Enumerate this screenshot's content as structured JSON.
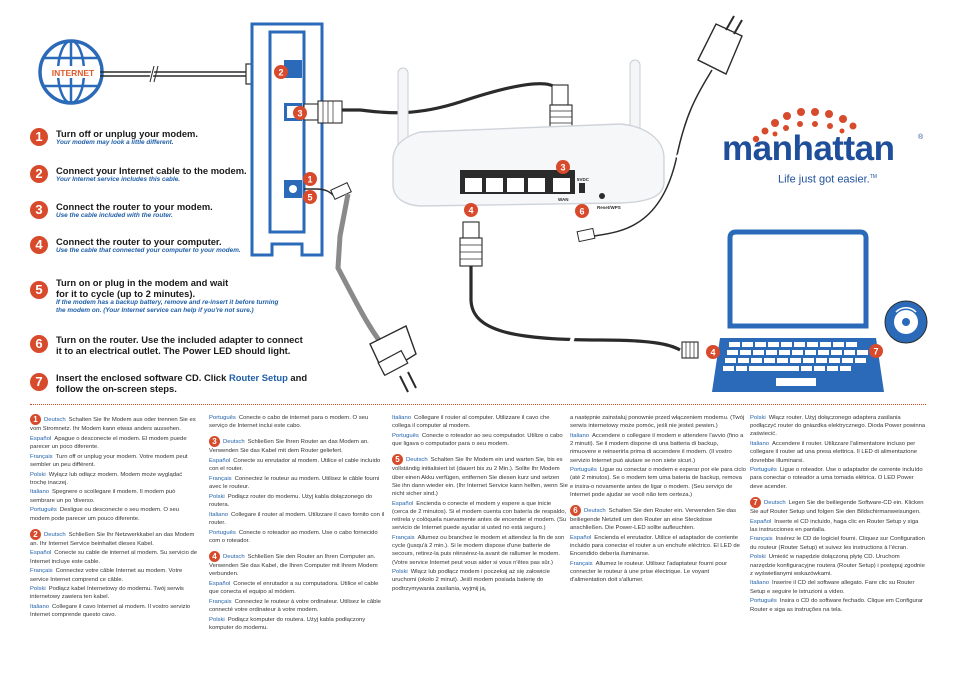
{
  "diagram": {
    "internet_label": "INTERNET",
    "callouts": [
      "1",
      "2",
      "3",
      "4",
      "5",
      "6",
      "7"
    ],
    "router_port_label": "WAN",
    "router_power_label": "5VDC",
    "router_reset_label": "Reset/WPS"
  },
  "brand": {
    "name": "manhattan",
    "registered": "®",
    "tagline": "Life just got easier.",
    "tm": "TM"
  },
  "steps": [
    {
      "num": "1",
      "title": "Turn off or unplug your modem.",
      "sub": "Your modem may look a little different."
    },
    {
      "num": "2",
      "title": "Connect your Internet cable to the modem.",
      "sub": "Your Internet service includes this cable."
    },
    {
      "num": "3",
      "title": "Connect the router to your modem.",
      "sub": "Use the cable included with the router."
    },
    {
      "num": "4",
      "title": "Connect the router to your computer.",
      "sub": "Use the cable that connected your computer to your modem."
    },
    {
      "num": "5",
      "title": "Turn on or plug in the modem and wait",
      "title2": "for it to cycle (up to 2 minutes).",
      "sub": "If the modem has a backup battery, remove and re-insert it before turning",
      "sub2": "the modem on. (Your Internet service can help if you're not sure.)"
    },
    {
      "num": "6",
      "title": "Turn on the router. Use the included adapter to connect",
      "title2": "it to an electrical outlet. The Power LED should light."
    },
    {
      "num": "7",
      "title_a": "Insert the enclosed software CD. Click ",
      "title_b": "Router Setup",
      "title_c": " and",
      "title2": "follow the on-screen steps."
    }
  ],
  "translations": {
    "col1": [
      {
        "num": "1",
        "items": [
          {
            "lang": "Deutsch",
            "text": "Schalten Sie Ihr Modem aus oder trennen Sie es vom Stromnetz. Ihr Modem kann etwas anders aussehen."
          },
          {
            "lang": "Español",
            "text": "Apague o desconecte el modem. El modem puede parecer un poco diferente."
          },
          {
            "lang": "Français",
            "text": "Turn off or unplug your modem. Votre modem peut sembler un peu différent."
          },
          {
            "lang": "Polski",
            "text": "Wyłącz lub odłącz modem. Modem może wyglądać trochę inaczej."
          },
          {
            "lang": "Italiano",
            "text": "Spegnere o scollegare il modem. Il modem può sembrare un po 'diverso."
          },
          {
            "lang": "Português",
            "text": "Desligue ou desconecte o seu modem. O seu modem pode parecer um pouco diferente."
          }
        ]
      },
      {
        "num": "2",
        "items": [
          {
            "lang": "Deutsch",
            "text": "Schließen Sie Ihr Netzwerkkabel an das Modem an. Ihr Internet Service beinhaltet dieses Kabel."
          },
          {
            "lang": "Español",
            "text": "Conecte su cable de internet al modem. Su servicio de Internet incluye este cable."
          },
          {
            "lang": "Français",
            "text": "Connectez votre câble Internet au modem. Votre service Internet comprend ce câble."
          },
          {
            "lang": "Polski",
            "text": "Podłącz kabel Internetowy do modemu. Twój serwis internetowy zawiera ten kabel."
          },
          {
            "lang": "Italiano",
            "text": "Collegare il cavo Internet al modem. Il vostro servizio Internet comprende questo cavo."
          }
        ]
      }
    ],
    "col2": [
      {
        "num": "",
        "items": [
          {
            "lang": "Português",
            "text": "Conecte o cabo de internet para o modem. O seu serviço de Internet inclui este cabo."
          }
        ]
      },
      {
        "num": "3",
        "items": [
          {
            "lang": "Deutsch",
            "text": "Schließen Sie Ihren Router an das Modem an. Verwenden Sie das Kabel mit dem Router geliefert."
          },
          {
            "lang": "Español",
            "text": "Conecte su enrutador al modem. Utilice el cable incluido con el router."
          },
          {
            "lang": "Français",
            "text": "Connectez le routeur au modem. Utilisez le câble fourni avec le routeur."
          },
          {
            "lang": "Polski",
            "text": "Podłącz router do modemu. Użyj kabla dołączonego do routera."
          },
          {
            "lang": "Italiano",
            "text": "Collegare il router al modem. Utilizzare il cavo fornito con il router."
          },
          {
            "lang": "Português",
            "text": "Conecte o roteador ao modem. Use o cabo fornecido com o roteador."
          }
        ]
      },
      {
        "num": "4",
        "items": [
          {
            "lang": "Deutsch",
            "text": "Schließen Sie den Router an Ihren Computer an. Verwenden Sie das Kabel, die Ihren Computer mit Ihrem Modem verbunden."
          },
          {
            "lang": "Español",
            "text": "Conecte el enrutador a su computadora. Utilice el cable que conecta el equipo al módem."
          },
          {
            "lang": "Français",
            "text": "Connectez le routeur à votre ordinateur. Utilisez le câble connecté votre ordinateur à votre modem."
          },
          {
            "lang": "Polski",
            "text": "Podłącz komputer do routera. Użyj kabla podłączony komputer do modemu."
          }
        ]
      }
    ],
    "col3": [
      {
        "num": "",
        "items": [
          {
            "lang": "Italiano",
            "text": "Collegare il router al computer. Utilizzare il cavo che collega il computer al modem."
          },
          {
            "lang": "Português",
            "text": "Conecte o roteador ao seu computador. Utilize o cabo que ligava o computador para o seu modem."
          }
        ]
      },
      {
        "num": "5",
        "items": [
          {
            "lang": "Deutsch",
            "text": "Schalten Sie Ihr Modem ein und warten Sie, bis es vollständig initialisiert ist (dauert bis zu 2 Min.). Sollte Ihr Modem über einen Akku verfügen, entfernen Sie diesen kurz und setzen Sie ihn dann wieder ein. (Ihr Internet Service kann helfen, wenn Sie nicht sicher sind.)"
          },
          {
            "lang": "Español",
            "text": "Encienda o conecte el modem y espere a que inicie (cerca de 2 minutos). Si el modem cuenta con batería de respaldo, retírela y colóquela nuevamente antes de encender el modem. (Su servicio de Internet puede ayudar si usted no está seguro.)"
          },
          {
            "lang": "Français",
            "text": "Allumez ou branchez le modem et attendez la fin de son cycle (jusqu'à 2 min.). Si le modem dispose d'une batterie de secours, retirez-la puis réinsérez-la avant de rallumer le modem. (Votre service Internet peut vous aider si vous n'êtes pas sûr.)"
          },
          {
            "lang": "Polski",
            "text": "Włącz lub podłącz modem i poczekaj aż się załowicie uruchomi (około 2 minut). Jeśli modem posiada baterię do podtrzymywania zasilania, wyjmij ją,"
          }
        ]
      }
    ],
    "col4": [
      {
        "num": "",
        "items": [
          {
            "lang": "",
            "text": "a następnie zainstaluj ponownie przed włączeniem modemu. (Twój serwis internetowy może pomóc, jeśli nie jesteś pewien.)"
          },
          {
            "lang": "Italiano",
            "text": "Accendere o collegare il modem e attendere l'avvio (fino a 2 minuti). Se il modem dispone di una batteria di backup, rimuovere e reinserirla prima di accendere il modem. (Il vostro servizio Internet può aiutare se non siete sicuri.)"
          },
          {
            "lang": "Português",
            "text": "Ligue ou conectar o modem e esperar por ele para ciclo (até 2 minutos). Se o modem tem uma bateria de backup, remova e insira-o novamente antes de ligar o modem. (Seu serviço de Internet pode ajudar se você não tem certeza.)"
          }
        ]
      },
      {
        "num": "6",
        "items": [
          {
            "lang": "Deutsch",
            "text": "Schalten Sie den Router ein. Verwenden Sie das beiliegende Netzteil um den Router an eine Steckdose anschließen. Die Power-LED sollte aufleuchten."
          },
          {
            "lang": "Español",
            "text": "Encienda el enrutador. Utilice el adaptador de corriente incluido para conectar el router a un enchufe eléctrico. El LED de Encendido debería iluminarse."
          },
          {
            "lang": "Français",
            "text": "Allumez le routeur. Utilisez l'adaptateur fourni pour connecter le routeur à une prise électrique. Le voyant d'alimentation doit s'allumer."
          }
        ]
      }
    ],
    "col5": [
      {
        "num": "",
        "items": [
          {
            "lang": "Polski",
            "text": "Włącz router. Użyj dołączonego adaptera zasilania podłączyć router do gniazdka elektrycznego. Dioda Power powinna zaświecić."
          },
          {
            "lang": "Italiano",
            "text": "Accendere il router. Utilizzare l'alimentatore incluso per collegare il router ad una presa elettrica. Il LED di alimentazione dovrebbe illuminarsi."
          },
          {
            "lang": "Português",
            "text": "Ligue o roteador. Use o adaptador de corrente incluído para conectar o roteador a uma tomada elétrica. O LED Power deve acender."
          }
        ]
      },
      {
        "num": "7",
        "items": [
          {
            "lang": "Deutsch",
            "text": "Legen Sie die beiliegende Software-CD ein. Klicken Sie auf Router Setup und folgen Sie den Bildschirmanweisungen."
          },
          {
            "lang": "Español",
            "text": "Inserte el CD incluido, haga clic en Router Setup y siga las instrucciones en pantalla."
          },
          {
            "lang": "Français",
            "text": "Insérez le CD de logiciel fourni. Cliquez sur Configuration du routeur (Router Setup) et suivez les instructions à l'écran."
          },
          {
            "lang": "Polski",
            "text": "Umieść w napędzie dołączoną płytę CD. Uruchom narzędzie konfiguracyjne routera (Router Setup) i postępuj zgodnie z wyświetlanymi wskazówkami."
          },
          {
            "lang": "Italiano",
            "text": "Inserire il CD del software allegato. Fare clic su Router Setup e seguire le istruzioni a video."
          },
          {
            "lang": "Português",
            "text": "Insira o CD do software fechado. Clique em Configurar Router e siga as instruções na tela."
          }
        ]
      }
    ]
  },
  "colors": {
    "accent": "#d74a2c",
    "blue": "#1f5fa8",
    "device_blue": "#2b6ab8",
    "cable_grey": "#8a8a8a",
    "dark": "#1a1a1a"
  }
}
